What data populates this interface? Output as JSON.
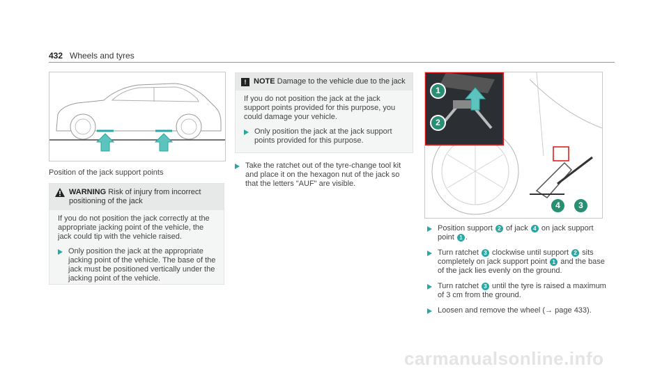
{
  "header": {
    "page_number": "432",
    "title": "Wheels and tyres"
  },
  "left": {
    "caption": "Position of the jack support points",
    "warning": {
      "label": "WARNING",
      "title": "Risk of injury from incorrect positioning of the jack",
      "body": "If you do not position the jack correctly at the appropriate jacking point of the vehicle, the jack could tip with the vehicle raised.",
      "step": "Only position the jack at the appropriate jacking point of the vehicle. The base of the jack must be positioned vertically under the jacking point of the vehicle."
    }
  },
  "middle": {
    "note": {
      "label": "NOTE",
      "title": "Damage to the vehicle due to the jack",
      "body": "If you do not position the jack at the jack support points provided for this purpose, you could damage your vehicle.",
      "step": "Only position the jack at the jack support points provided for this purpose."
    },
    "step": "Take the ratchet out of the tyre-change tool kit and place it on the hexagon nut of the jack so that the letters \"AUF\" are visible."
  },
  "right": {
    "callouts": [
      "1",
      "2",
      "4",
      "3"
    ],
    "steps": [
      {
        "a": "Position support ",
        "n1": "2",
        "b": " of jack ",
        "n2": "4",
        "c": " on jack support point ",
        "n3": "1",
        "d": "."
      },
      {
        "a": "Turn ratchet ",
        "n1": "3",
        "b": " clockwise until support ",
        "n2": "2",
        "c": " sits completely on jack support point ",
        "n3": "1",
        "d": " and the base of the jack lies evenly on the ground."
      },
      {
        "a": "Turn ratchet ",
        "n1": "3",
        "b": " until the tyre is raised a maximum of 3 cm from the ground.",
        "n2": "",
        "c": "",
        "n3": "",
        "d": ""
      },
      {
        "a": "Loosen and remove the wheel (",
        "n1": "",
        "b": "→ page 433).",
        "n2": "",
        "c": "",
        "n3": "",
        "d": ""
      }
    ]
  },
  "footer": {
    "watermark": "carmanualsonline.info"
  },
  "colors": {
    "accent": "#2aa7a2",
    "rule": "#6aa6a4",
    "callout_bg": "#2a8f72"
  }
}
